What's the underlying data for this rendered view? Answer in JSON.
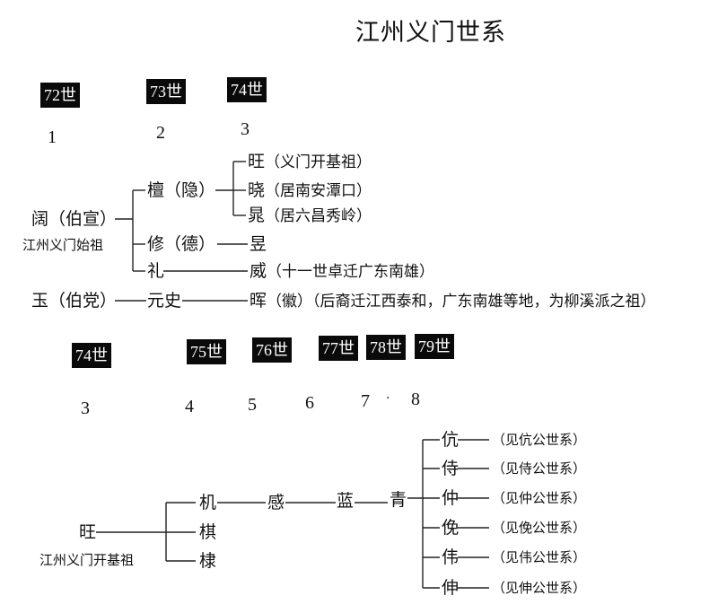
{
  "title": "江州义门世系",
  "section1": {
    "generations": [
      {
        "badge": "72世",
        "number": "1"
      },
      {
        "badge": "73世",
        "number": "2"
      },
      {
        "badge": "74世",
        "number": "3"
      }
    ],
    "root1": {
      "name": "阔（伯宣）",
      "caption": "江州义门始祖"
    },
    "children1": [
      {
        "name": "檀（隐）"
      },
      {
        "name": "修（德）"
      },
      {
        "name": "礼"
      }
    ],
    "grandchildren_of_tan": [
      {
        "name": "旺",
        "note": "（义门开基祖）"
      },
      {
        "name": "晓",
        "note": "（居南安潭口）"
      },
      {
        "name": "晁",
        "note": "（居六昌秀岭）"
      }
    ],
    "grandchild_of_xiu": {
      "name": "昱"
    },
    "grandchild_of_li": {
      "name": "威",
      "note": "（十一世卓迁广东南雄）"
    },
    "root2": {
      "name": "玉（伯党）",
      "child": "元史",
      "grandchild": "晖",
      "note": "（徽）（后裔迁江西泰和，广东南雄等地，为柳溪派之祖）"
    }
  },
  "section2": {
    "generations": [
      {
        "badge": "74世",
        "number": "3"
      },
      {
        "badge": "75世",
        "number": "4"
      },
      {
        "badge": "76世",
        "number": "5"
      },
      {
        "badge": "77世",
        "number": "6"
      },
      {
        "badge": "78世",
        "number": "7"
      },
      {
        "badge": "79世",
        "number": "8"
      }
    ],
    "root": {
      "name": "旺",
      "caption": "江州义门开基祖"
    },
    "children": [
      "机",
      "棋",
      "棣"
    ],
    "line": [
      "感",
      "蓝",
      "青"
    ],
    "sons_of_qing": [
      {
        "name": "伉",
        "ref": "（见伉公世系）"
      },
      {
        "name": "侍",
        "ref": "（见侍公世系）"
      },
      {
        "name": "仲",
        "ref": "（见仲公世系）"
      },
      {
        "name": "俛",
        "ref": "（见俛公世系）"
      },
      {
        "name": "伟",
        "ref": "（见伟公世系）"
      },
      {
        "name": "伸",
        "ref": "（见伸公世系）"
      }
    ],
    "stray_mark": "·"
  }
}
